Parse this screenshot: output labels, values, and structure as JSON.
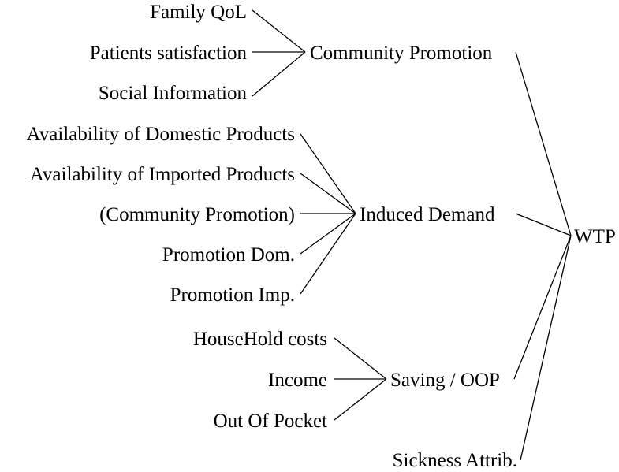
{
  "diagram": {
    "inputs": {
      "family_qol": "Family QoL",
      "patients_satisfaction": "Patients satisfaction",
      "social_information": "Social Information",
      "availability_domestic": "Availability of Domestic Products",
      "availability_imported": "Availability of Imported Products",
      "community_promotion_ref": "(Community Promotion)",
      "promotion_dom": "Promotion Dom.",
      "promotion_imp": "Promotion Imp.",
      "household_costs": "HouseHold costs",
      "income": "Income",
      "out_of_pocket": "Out Of Pocket",
      "sickness_attrib": "Sickness Attrib."
    },
    "intermediates": {
      "community_promotion": "Community Promotion",
      "induced_demand": "Induced Demand",
      "saving_oop": "Saving / OOP"
    },
    "outcome": {
      "wtp": "WTP"
    },
    "colors": {
      "text": "#000000",
      "line": "#000000",
      "background": "#ffffff"
    }
  }
}
